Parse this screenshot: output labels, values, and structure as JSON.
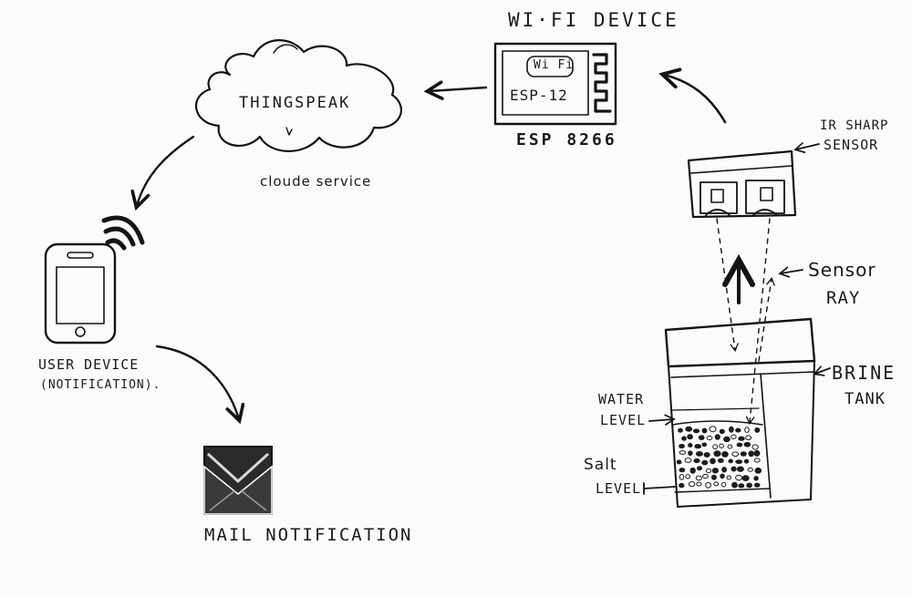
{
  "colors": {
    "ink": "#141414",
    "paper": "#fbfbfb"
  },
  "wifi_device": {
    "title": "WI·FI DEVICE",
    "badge": "Wi Fi",
    "module": "ESP-12",
    "chip": "ESP 8266"
  },
  "cloud": {
    "name": "THINGSPEAK",
    "caption": "cloude service"
  },
  "user_device": {
    "line1": "USER DEVICE",
    "line2": "(NOTIFICATION)."
  },
  "mail": {
    "label": "MAIL NOTIFICATION"
  },
  "sensor": {
    "line1": "IR SHARP",
    "line2": "SENSOR"
  },
  "ray": {
    "line1": "Sensor",
    "line2": "RAY"
  },
  "tank": {
    "line1": "BRINE",
    "line2": "TANK",
    "water_level_line1": "WATER",
    "water_level_line2": "LEVEL",
    "salt_level_line1": "Salt",
    "salt_level_line2": "LEVEL"
  },
  "icons": [
    "cloud-icon",
    "esp-module-icon",
    "phone-icon",
    "signal-icon",
    "envelope-icon",
    "ir-sensor-icon",
    "tank-icon",
    "salt-granule-icon",
    "arrow-icon"
  ]
}
